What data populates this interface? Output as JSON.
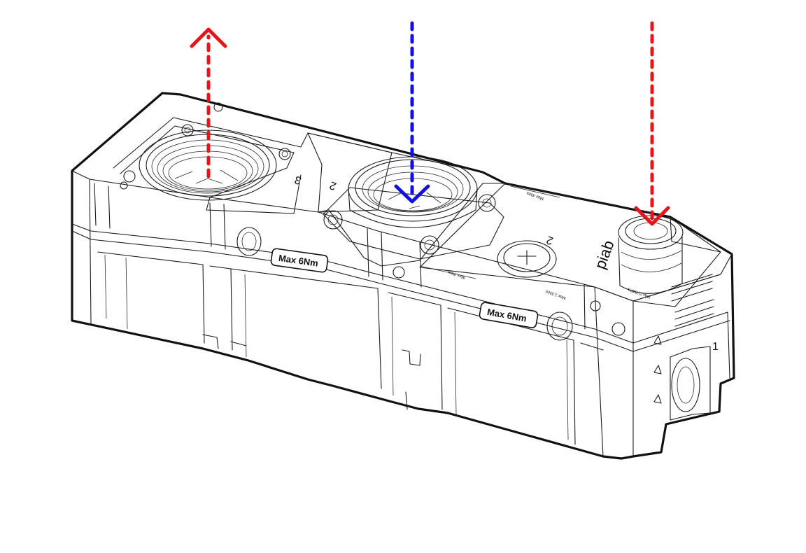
{
  "diagram": {
    "labels": {
      "torque_left": "Max 6Nm",
      "torque_right": "Max 6Nm",
      "port_3": "3",
      "port_2_top": "2",
      "port_2_side": "2",
      "port_1": "1",
      "brand": "piab"
    },
    "colors": {
      "exhaust_arrow": "#e8141b",
      "vacuum_arrow": "#1010e6",
      "supply_arrow": "#e8141b"
    },
    "arrows": [
      {
        "name": "exhaust-arrow",
        "direction": "up",
        "color": "red"
      },
      {
        "name": "vacuum-arrow",
        "direction": "down",
        "color": "blue"
      },
      {
        "name": "supply-arrow",
        "direction": "down",
        "color": "red"
      }
    ]
  }
}
